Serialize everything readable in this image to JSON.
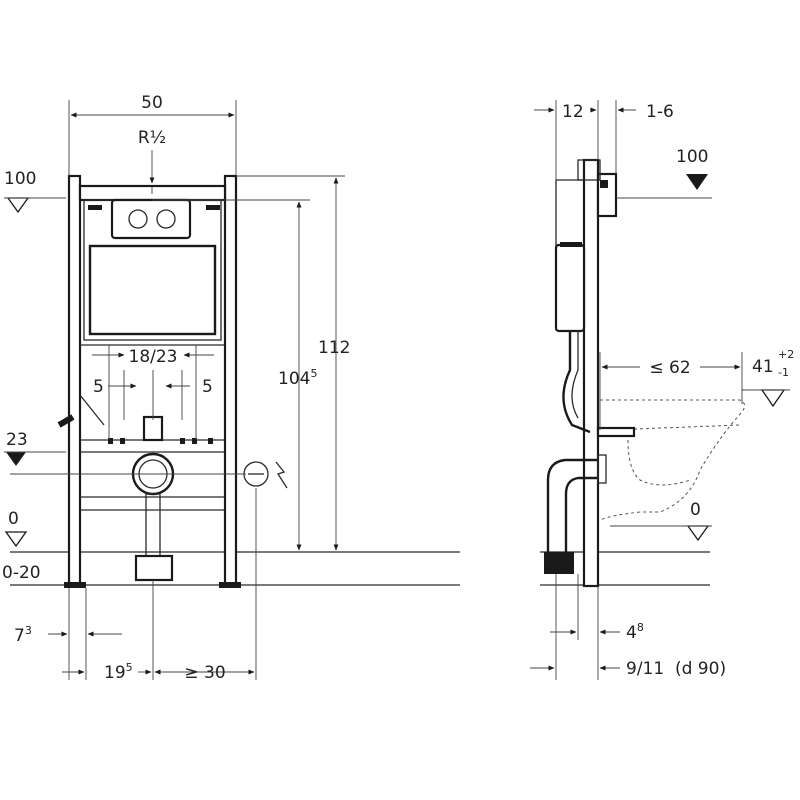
{
  "front": {
    "width": "50",
    "connection": "R½",
    "opening_width": "18/23",
    "offset_left": "5",
    "offset_right": "5",
    "height_total": "112",
    "height_main": "104",
    "height_main_sup": "5",
    "level_top": "100",
    "level_23": "23",
    "level_0": "0",
    "level_adjust": "0-20",
    "dim_7": "7",
    "dim_7_sup": "3",
    "dim_19": "19",
    "dim_19_sup": "5",
    "dim_30": "≥ 30"
  },
  "side": {
    "depth": "12",
    "offset_top": "1-6",
    "level_top": "100",
    "bowl_projection": "≤ 62",
    "bowl_height": "41",
    "bowl_height_plus": "+2",
    "bowl_height_minus": "-1",
    "level_0": "0",
    "dim_4": "4",
    "dim_4_sup": "8",
    "pipe": "9/11  (d 90)"
  },
  "colors": {
    "line": "#1a1a1a",
    "background": "#ffffff"
  },
  "icons": {
    "level_marker": "inverted-triangle",
    "electric": "lightning-bolt"
  }
}
